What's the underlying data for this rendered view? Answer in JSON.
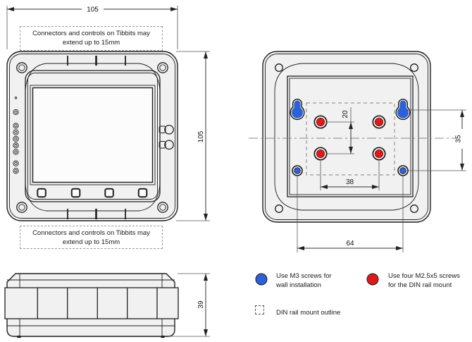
{
  "drawing": {
    "dims": {
      "front_width": "105",
      "front_height": "105",
      "din_vertical": "20",
      "din_horizontal": "38",
      "wall_vertical": "35",
      "wall_horizontal": "64",
      "depth": "39"
    },
    "note_top": {
      "line1": "Connectors and controls on Tibbits may",
      "line2": "extend up to 15mm"
    },
    "note_bottom": {
      "line1": "Connectors and controls on Tibbits may",
      "line2": "extend up to 15mm"
    },
    "legend": {
      "wall": {
        "line1": "Use M3 screws for",
        "line2": "wall installation"
      },
      "din": {
        "line1": "Use four M2.5x5 screws",
        "line2": "for the DIN rail mount"
      },
      "outline_label": "DIN rail mount outline"
    },
    "colors": {
      "wall_mount_blue": "#2c61d7",
      "din_mount_red": "#dd1b1b"
    }
  }
}
